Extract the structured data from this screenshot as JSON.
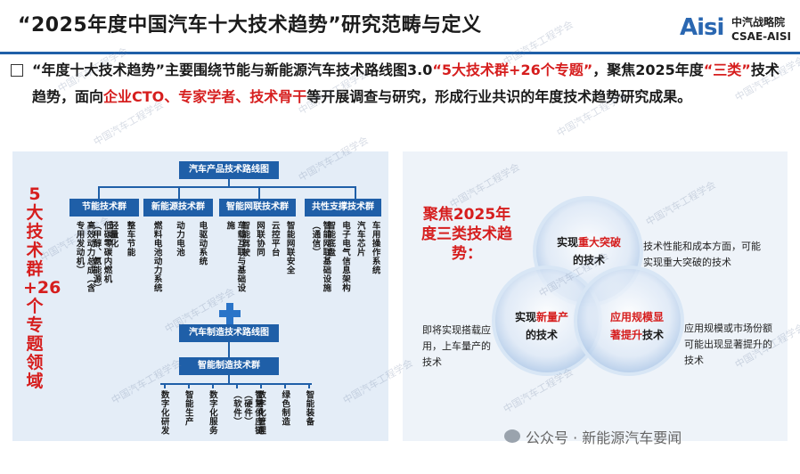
{
  "title": "“2025年度中国汽车十大技术趋势”研究范畴与定义",
  "logo": {
    "mark": "Aisi",
    "cn": "中汽战略院",
    "en": "CSAE-AISI"
  },
  "intro": {
    "p1": "“年度十大技术趋势”主要围绕节能与新能源汽车技术路线图3.0",
    "p2": "“5大技术群+26个专题”",
    "p3": "，聚焦2025年度",
    "p4": "“三类”",
    "p5": "技术趋势，面向",
    "p6": "企业CTO、专家学者、技术骨干",
    "p7": "等开展调查与研究，形成行业共识的年度技术趋势研究成果。"
  },
  "left": {
    "side_label": "5大技术群+26个专题领域",
    "product_roadmap": "汽车产品技术路线图",
    "groups": [
      {
        "name": "节能技术群",
        "items": [
          "高效动力总成（含专用发动机）",
          "低碳零碳内燃机（甲醇、氨能源）",
          "轻量化",
          "整车节能"
        ]
      },
      {
        "name": "新能源技术群",
        "items": [
          "燃料电池动力系统",
          "动力电池",
          "电驱动系统"
        ]
      },
      {
        "name": "智能网联技术群",
        "items": [
          "车载互联与基础设施",
          "智能驾驶",
          "网联协同",
          "云控平台",
          "智能网联安全"
        ]
      },
      {
        "name": "共性支撑技术群",
        "items": [
          "智能网联基础设施（通信）",
          "智能底盘",
          "电子电气信息架构",
          "汽车芯片",
          "车用操作系统"
        ]
      }
    ],
    "manufacturing_roadmap": "汽车制造技术路线图",
    "manufacturing_group": "智能制造技术群",
    "mfg_items": [
      "数字化研发",
      "智能生产",
      "数字化服务",
      "智慧供应链（硬件）（软件）",
      "数字化管理",
      "绿色制造",
      "智能装备"
    ]
  },
  "right": {
    "heading": "聚焦2025年度三类技术趋势：",
    "circles": {
      "top": {
        "a": "实现",
        "b": "重大突破",
        "c": "的技术"
      },
      "left": {
        "a": "实现",
        "b": "新量产",
        "c": "的技术"
      },
      "right": {
        "a": "应用规模显著提升",
        "b": "技术"
      }
    },
    "desc_top": "技术性能和成本方面，可能实现重大突破的技术",
    "desc_left": "即将实现搭载应用，上车量产的技术",
    "desc_right": "应用规模或市场份额可能出现显著提升的技术"
  },
  "watermark": "中国汽车工程学会",
  "footer": "公众号 · 新能源汽车要闻"
}
